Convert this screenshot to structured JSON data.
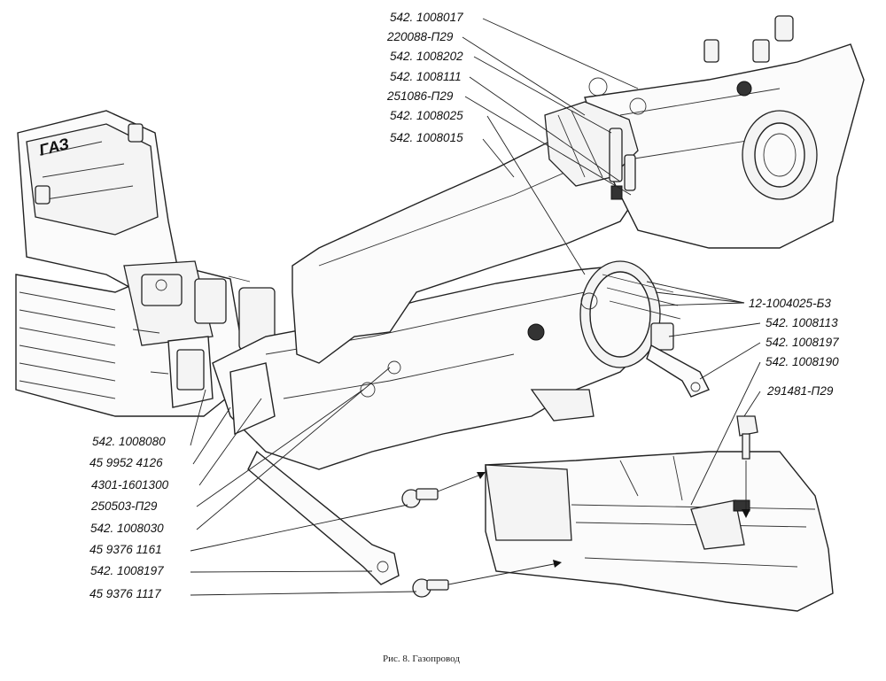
{
  "caption": "Рис. 8. Газопровод",
  "logo_text": "ГАЗ",
  "labels_top": [
    "542. 1008017",
    "220088-П29",
    "542. 1008202",
    "542. 1008111",
    "251086-П29",
    "542. 1008025",
    "542. 1008015"
  ],
  "labels_right": [
    "12-1004025-Б3",
    "542. 1008113",
    "542. 1008197",
    "542. 1008190",
    "291481-П29"
  ],
  "labels_left": [
    "542. 1008080",
    "45 9952 4126",
    "4301-1601300",
    "250503-П29",
    "542. 1008030",
    "45 9376 1161",
    "542. 1008197",
    "45 9376 1117"
  ]
}
